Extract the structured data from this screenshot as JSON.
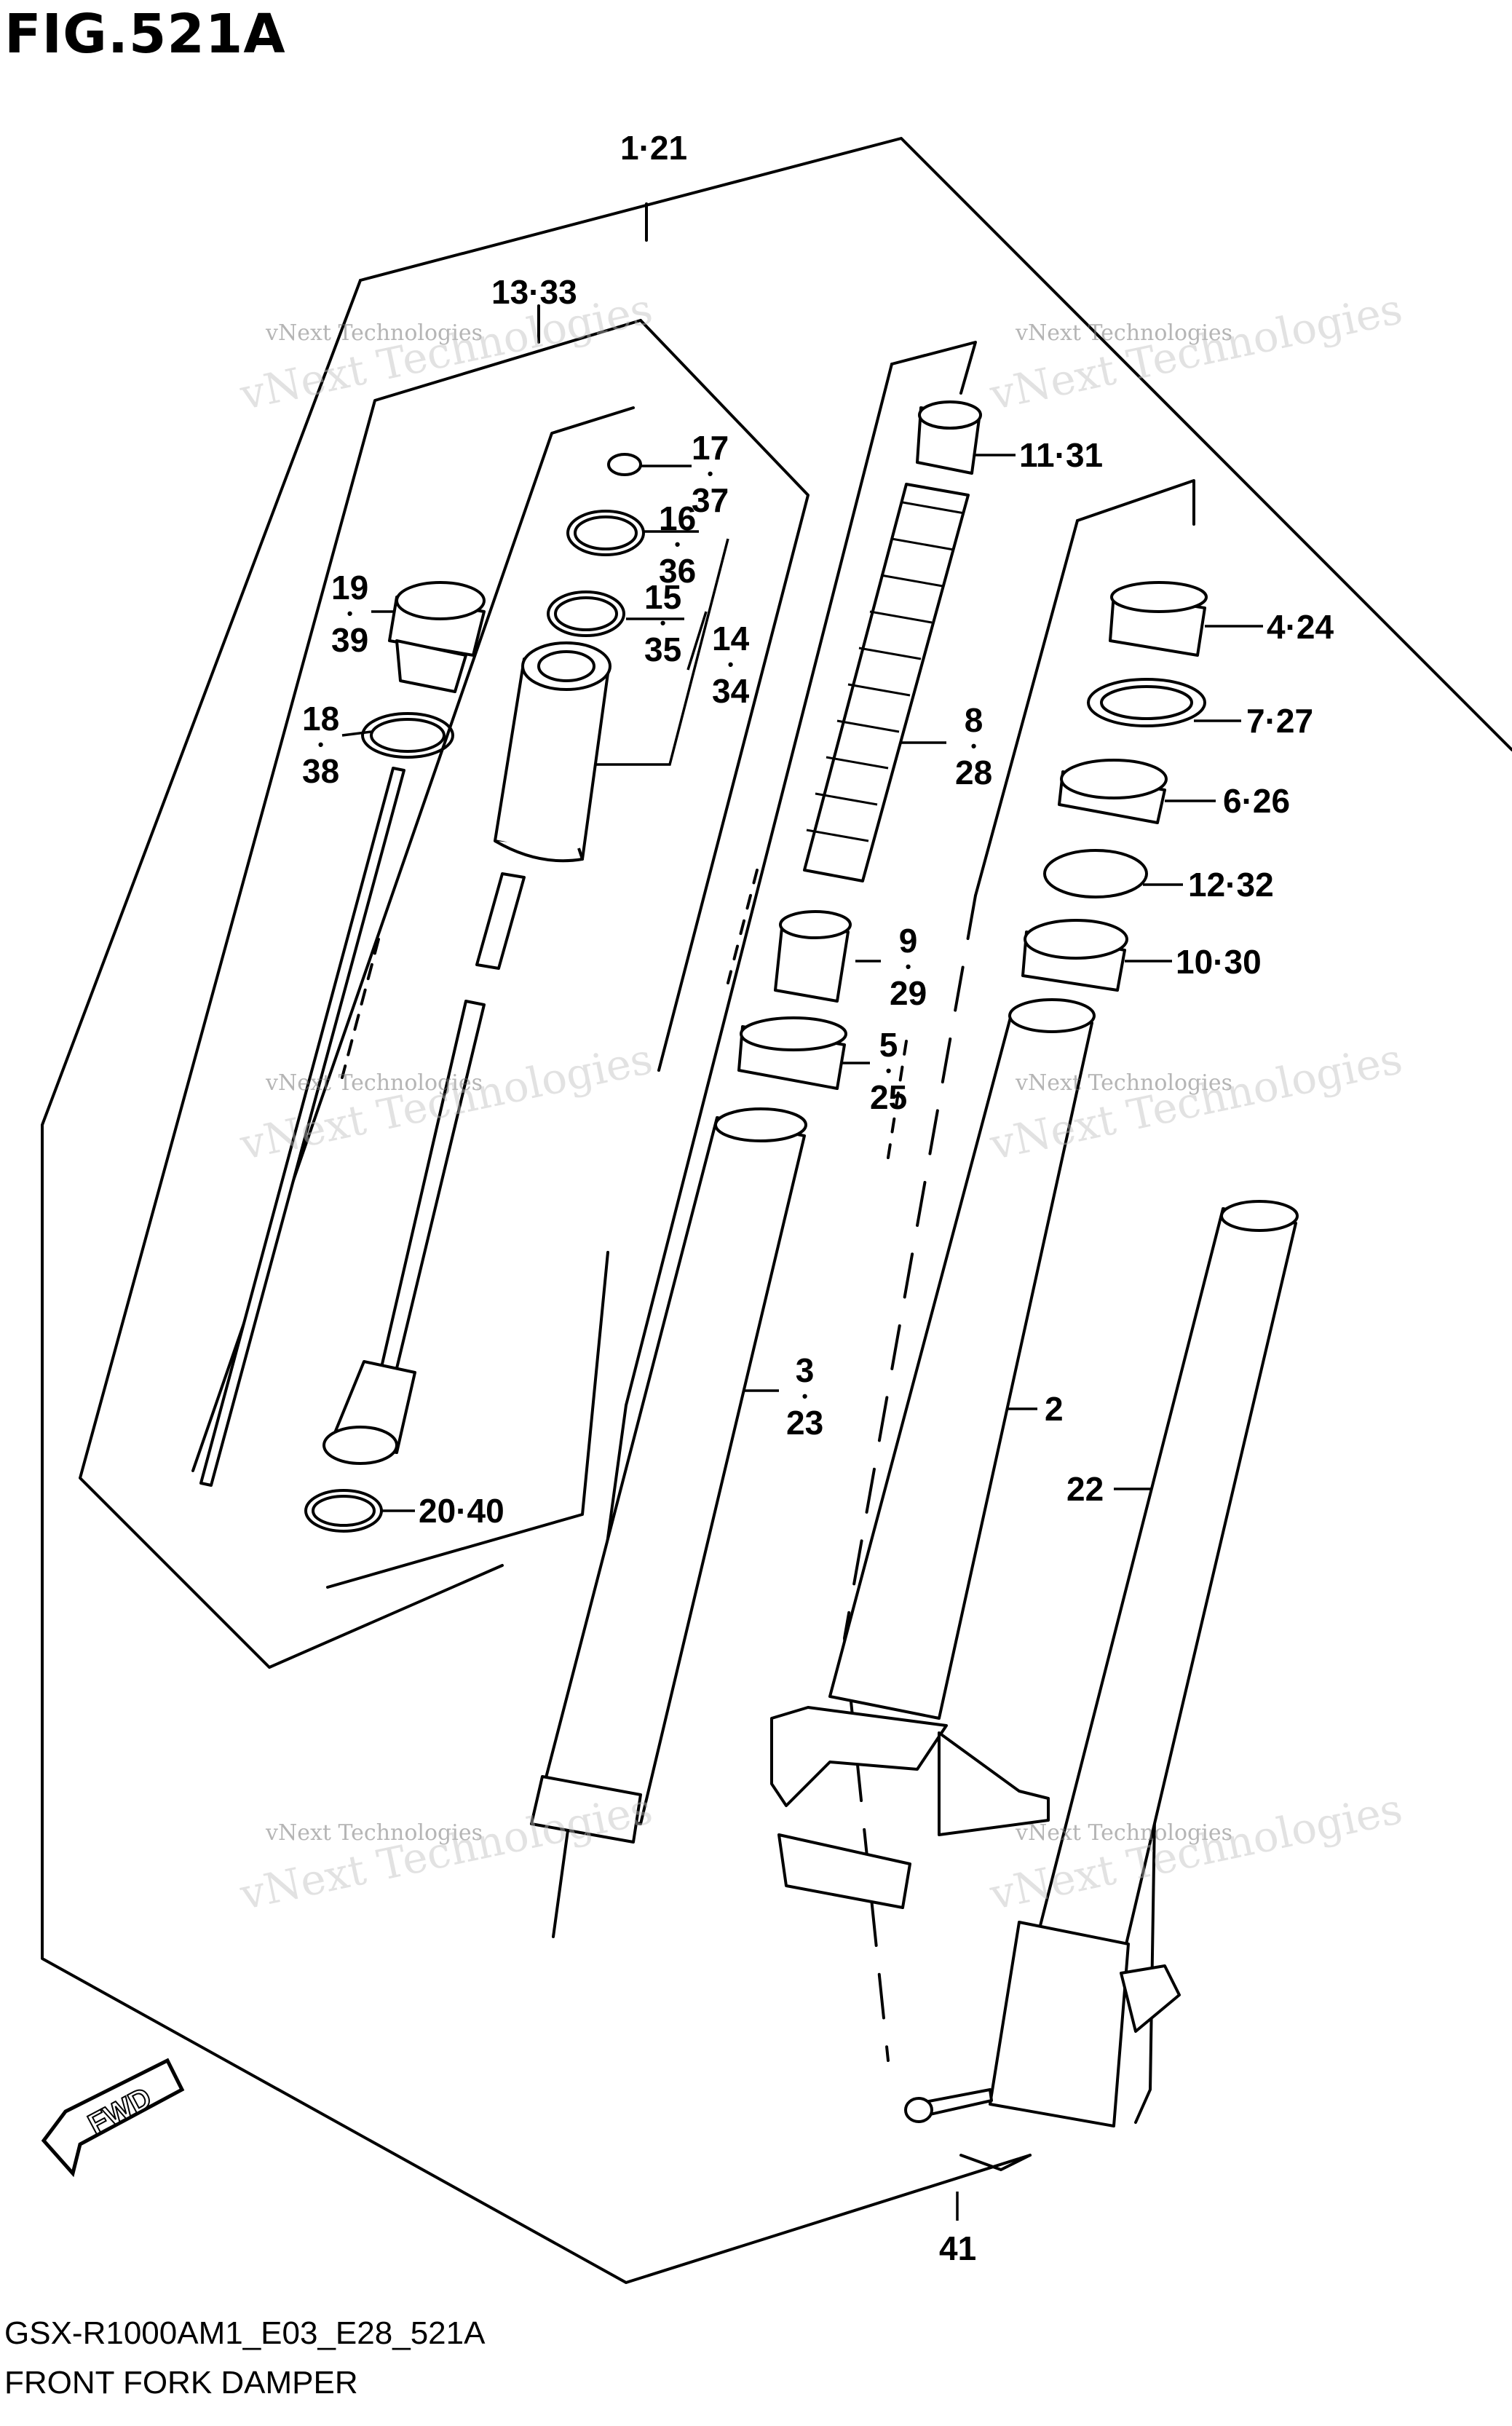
{
  "figure": {
    "title": "FIG.521A",
    "model_code": "GSX-R1000AM1_E03_E28_521A",
    "name": "FRONT FORK DAMPER"
  },
  "watermark": {
    "small": "vNext Technologies",
    "large": "vNext Technologies"
  },
  "direction_badge": "FWD",
  "parts": {
    "p1_21": "1·21",
    "p13_33": "13·33",
    "p17": "17",
    "p37": "37",
    "p16": "16",
    "p36": "36",
    "p15": "15",
    "p35": "35",
    "p14": "14",
    "p34": "34",
    "p19": "19",
    "p39": "39",
    "p18": "18",
    "p38": "38",
    "p20_40": "20·40",
    "p11_31": "11·31",
    "p4_24": "4·24",
    "p7_27": "7·27",
    "p6_26": "6·26",
    "p12_32": "12·32",
    "p10_30": "10·30",
    "p8": "8",
    "p28": "28",
    "p9": "9",
    "p29": "29",
    "p5": "5",
    "p25": "25",
    "p3": "3",
    "p23": "23",
    "p2": "2",
    "p22": "22",
    "p41": "41"
  },
  "dot_separator": "•"
}
